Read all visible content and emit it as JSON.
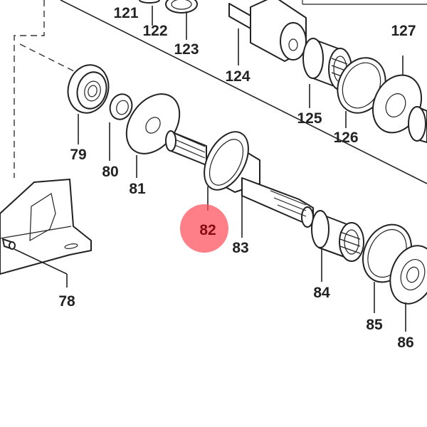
{
  "diagram": {
    "highlight_color": "#ff4d5a",
    "callouts": [
      {
        "id": "c121",
        "label": "121"
      },
      {
        "id": "c122",
        "label": "122"
      },
      {
        "id": "c123",
        "label": "123"
      },
      {
        "id": "c124",
        "label": "124"
      },
      {
        "id": "c125",
        "label": "125"
      },
      {
        "id": "c126",
        "label": "126"
      },
      {
        "id": "c127",
        "label": "127"
      },
      {
        "id": "c79",
        "label": "79"
      },
      {
        "id": "c80",
        "label": "80"
      },
      {
        "id": "c81",
        "label": "81"
      },
      {
        "id": "c82",
        "label": "82",
        "highlighted": true
      },
      {
        "id": "c83",
        "label": "83"
      },
      {
        "id": "c84",
        "label": "84"
      },
      {
        "id": "c85",
        "label": "85"
      },
      {
        "id": "c86",
        "label": "86"
      },
      {
        "id": "c78",
        "label": "78"
      }
    ]
  }
}
